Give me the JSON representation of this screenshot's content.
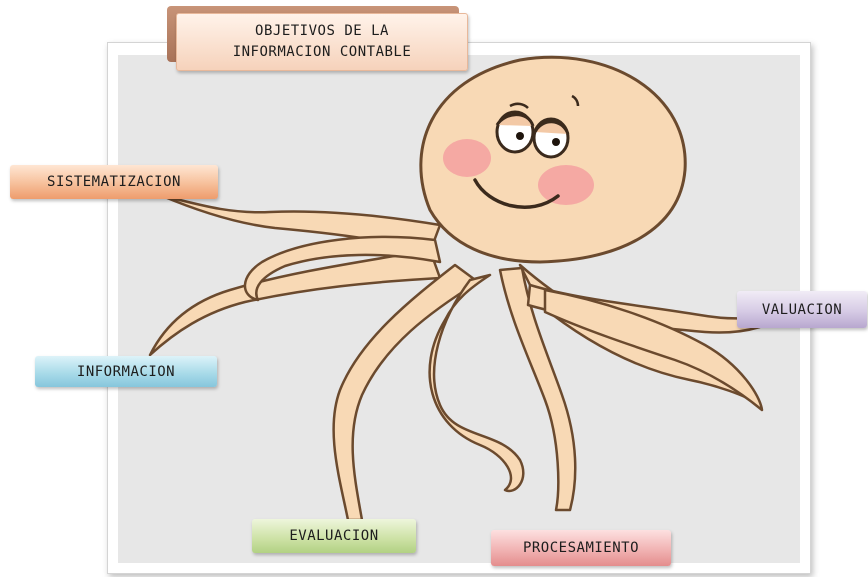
{
  "title": {
    "line1": "OBJETIVOS DE LA",
    "line2": "INFORMACION CONTABLE"
  },
  "labels": {
    "sistematizacion": "SISTEMATIZACION",
    "informacion": "INFORMACION",
    "evaluacion": "EVALUACION",
    "procesamiento": "PROCESAMIENTO",
    "valuacion": "VALUACION"
  },
  "colors": {
    "octopus_body": "#f8d9b5",
    "octopus_outline": "#6b4a2e",
    "cheeks": "#f4a0a0",
    "title": "#f6d2bb",
    "sistematizacion": "#f3b58c",
    "informacion": "#a9dbe9",
    "evaluacion": "#cfe3a8",
    "procesamiento": "#f1b3b3",
    "valuacion": "#d6cbe5"
  }
}
